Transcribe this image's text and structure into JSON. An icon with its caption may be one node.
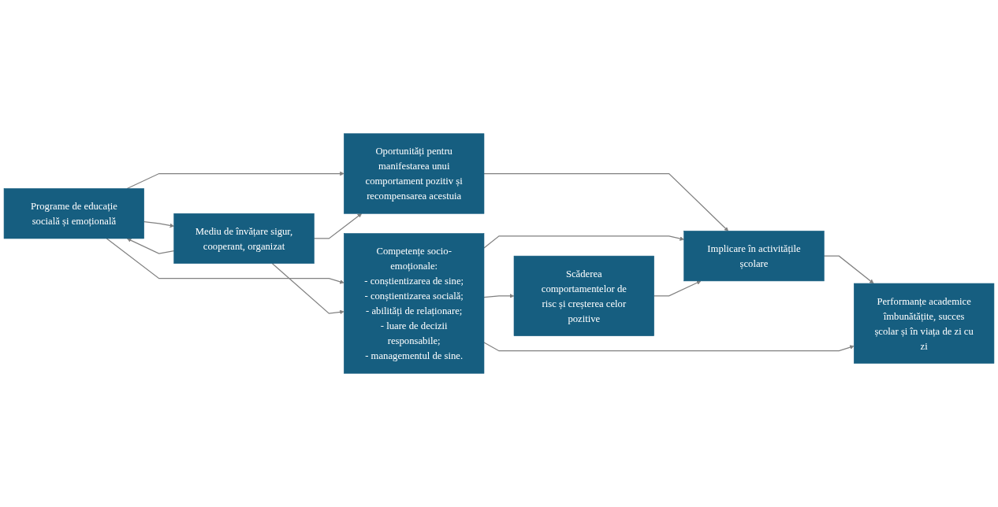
{
  "diagram": {
    "nodes": [
      {
        "text": [
          "Programe de educație socială și emoțională"
        ]
      },
      {
        "text": [
          "Mediu de învățare sigur, cooperant, organizat"
        ]
      },
      {
        "text": [
          "Oportunități pentru manifestarea unui comportament pozitiv și recompensarea acestuia"
        ]
      },
      {
        "text": [
          "Competențe socio-emoționale:",
          "- conștientizarea de sine;",
          "- conștientizarea socială;",
          "- abilități de relaționare;",
          "- luare de decizii responsabile;",
          "- managementul de sine."
        ]
      },
      {
        "text": [
          "Implicare în activitățile școlare"
        ]
      },
      {
        "text": [
          "Scăderea comportamentelor de risc și creșterea celor pozitive"
        ]
      },
      {
        "text": [
          "Performanțe academice îmbunătățite, succes școlar și în viața de zi cu zi"
        ]
      }
    ],
    "edges": [
      {
        "from": 0,
        "to": 1,
        "arrow": "to"
      },
      {
        "from": 1,
        "to": 0,
        "arrow": "to"
      },
      {
        "from": 0,
        "to": 2,
        "arrow": "to"
      },
      {
        "from": 0,
        "to": 3,
        "arrow": "to"
      },
      {
        "from": 1,
        "to": 2,
        "arrow": "to"
      },
      {
        "from": 1,
        "to": 3,
        "arrow": "to"
      },
      {
        "from": 2,
        "to": 4,
        "arrow": "to"
      },
      {
        "from": 3,
        "to": 4,
        "arrow": "to"
      },
      {
        "from": 3,
        "to": 5,
        "arrow": "to"
      },
      {
        "from": 5,
        "to": 4,
        "arrow": "to"
      },
      {
        "from": 4,
        "to": 6,
        "arrow": "to"
      },
      {
        "from": 3,
        "to": 6,
        "arrow": "to"
      }
    ]
  }
}
